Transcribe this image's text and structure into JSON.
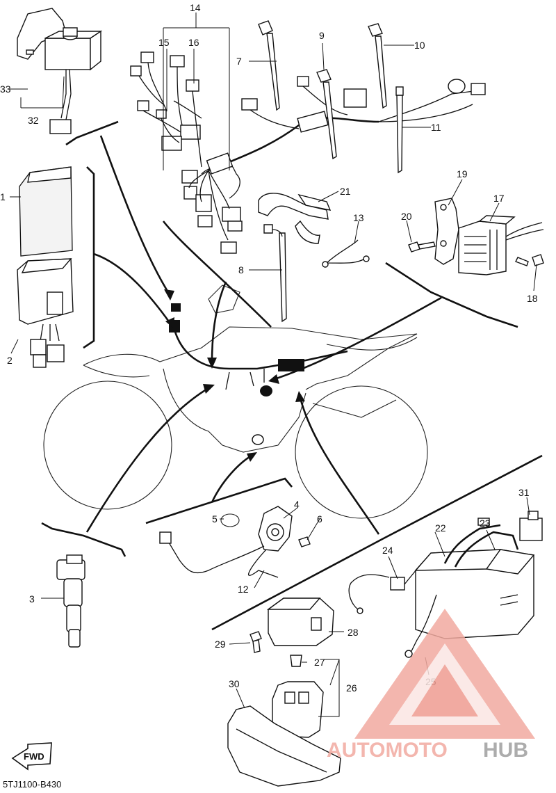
{
  "diagram": {
    "code": "5TJ1100-B430",
    "fwd_label": "FWD",
    "callouts": [
      "1",
      "2",
      "3",
      "4",
      "5",
      "6",
      "7",
      "8",
      "9",
      "10",
      "11",
      "12",
      "13",
      "14",
      "15",
      "16",
      "17",
      "18",
      "19",
      "20",
      "21",
      "22",
      "23",
      "24",
      "25",
      "26",
      "27",
      "28",
      "29",
      "30",
      "31",
      "32",
      "33"
    ]
  },
  "watermark": {
    "text_part1": "AUTOMOTO",
    "text_part2": "HUB",
    "colors": {
      "primary": "#f2aaa0",
      "accent": "#ec8a7c",
      "secondary": "#9e9e9e"
    }
  }
}
